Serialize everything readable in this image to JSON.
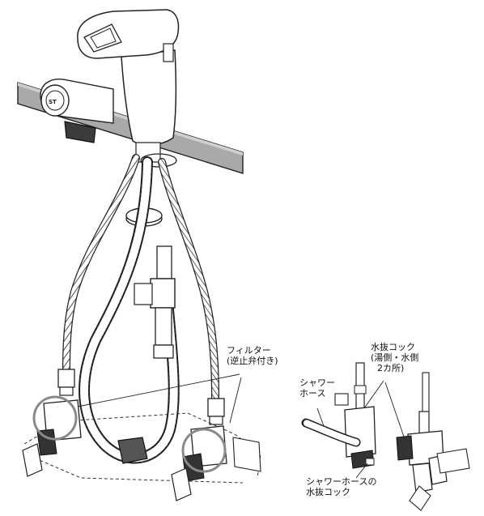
{
  "labels": {
    "filter_line1": "フィルター",
    "filter_line2": "(逆止弁付き)",
    "drain_line1": "水抜コック",
    "drain_line2": "(湯側・水側",
    "drain_line3": "2カ所)",
    "shower_hose_line1": "シャワー",
    "shower_hose_line2": "ホース",
    "hose_drain_line1": "シャワーホースの",
    "hose_drain_line2": "水抜コック"
  },
  "handle_marking": "ST"
}
